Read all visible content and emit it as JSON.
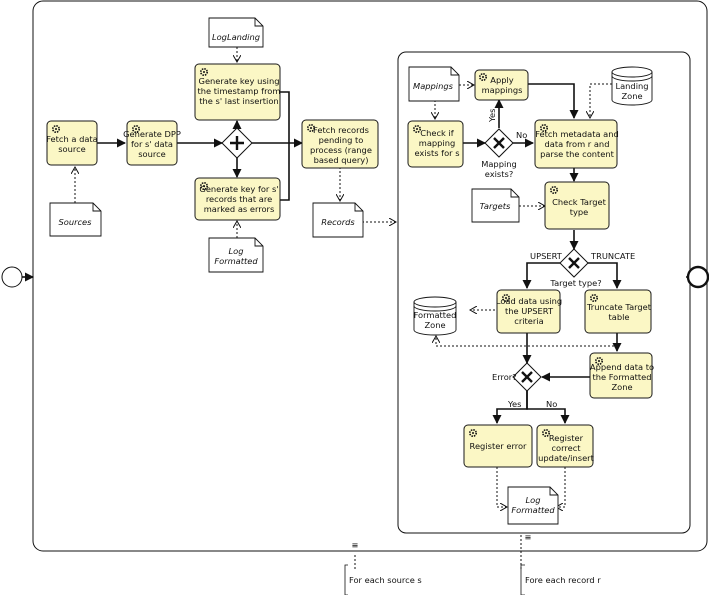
{
  "tasks": {
    "fetch_source": [
      "Fetch a data",
      "source"
    ],
    "generate_dpp": [
      "Generate DPP",
      "for s' data",
      "source"
    ],
    "key_timestamp": [
      "Generate key using",
      "the timestamp from",
      "the s' last insertion"
    ],
    "key_errors": [
      "Generate key for s'",
      "records that are",
      "marked as errors"
    ],
    "fetch_records": [
      "Fetch records",
      "pending to",
      "process (range",
      "based query)"
    ],
    "apply_mappings": [
      "Apply",
      "mappings"
    ],
    "check_mapping": [
      "Check if",
      "mapping",
      "exists for s"
    ],
    "fetch_metadata": [
      "Fetch metadata and",
      "data from r and",
      "parse the content"
    ],
    "check_target": [
      "Check Target",
      "type"
    ],
    "load_upsert": [
      "Load data using",
      "the UPSERT",
      "criteria"
    ],
    "truncate": [
      "Truncate Target",
      "table"
    ],
    "append": [
      "Append data to",
      "the Formatted",
      "Zone"
    ],
    "register_error": [
      "Register error"
    ],
    "register_correct": [
      "Register",
      "correct",
      "update/insert"
    ]
  },
  "data_objects": {
    "log_landing": "LogLanding",
    "sources": "Sources",
    "log_formatted_top": [
      "Log",
      "Formatted"
    ],
    "records": "Records",
    "mappings": "Mappings",
    "targets": "Targets",
    "log_formatted_bottom": [
      "Log",
      "Formatted"
    ]
  },
  "data_stores": {
    "landing_zone": [
      "Landing",
      "Zone"
    ],
    "formatted_zone": [
      "Formatted",
      "Zone"
    ]
  },
  "gateways": {
    "mapping_exists": [
      "Mapping",
      "exists?"
    ],
    "target_type": "Target type?",
    "error": "Error?"
  },
  "flow_labels": {
    "yes_mapping": "Yes",
    "no_mapping": "No",
    "upsert": "UPSERT",
    "truncate": "TRUNCATE",
    "yes_error": "Yes",
    "no_error": "No"
  },
  "annotations": {
    "outer_loop": "For each source s",
    "inner_loop": "Fore each record r"
  },
  "loop_marker": "≡"
}
